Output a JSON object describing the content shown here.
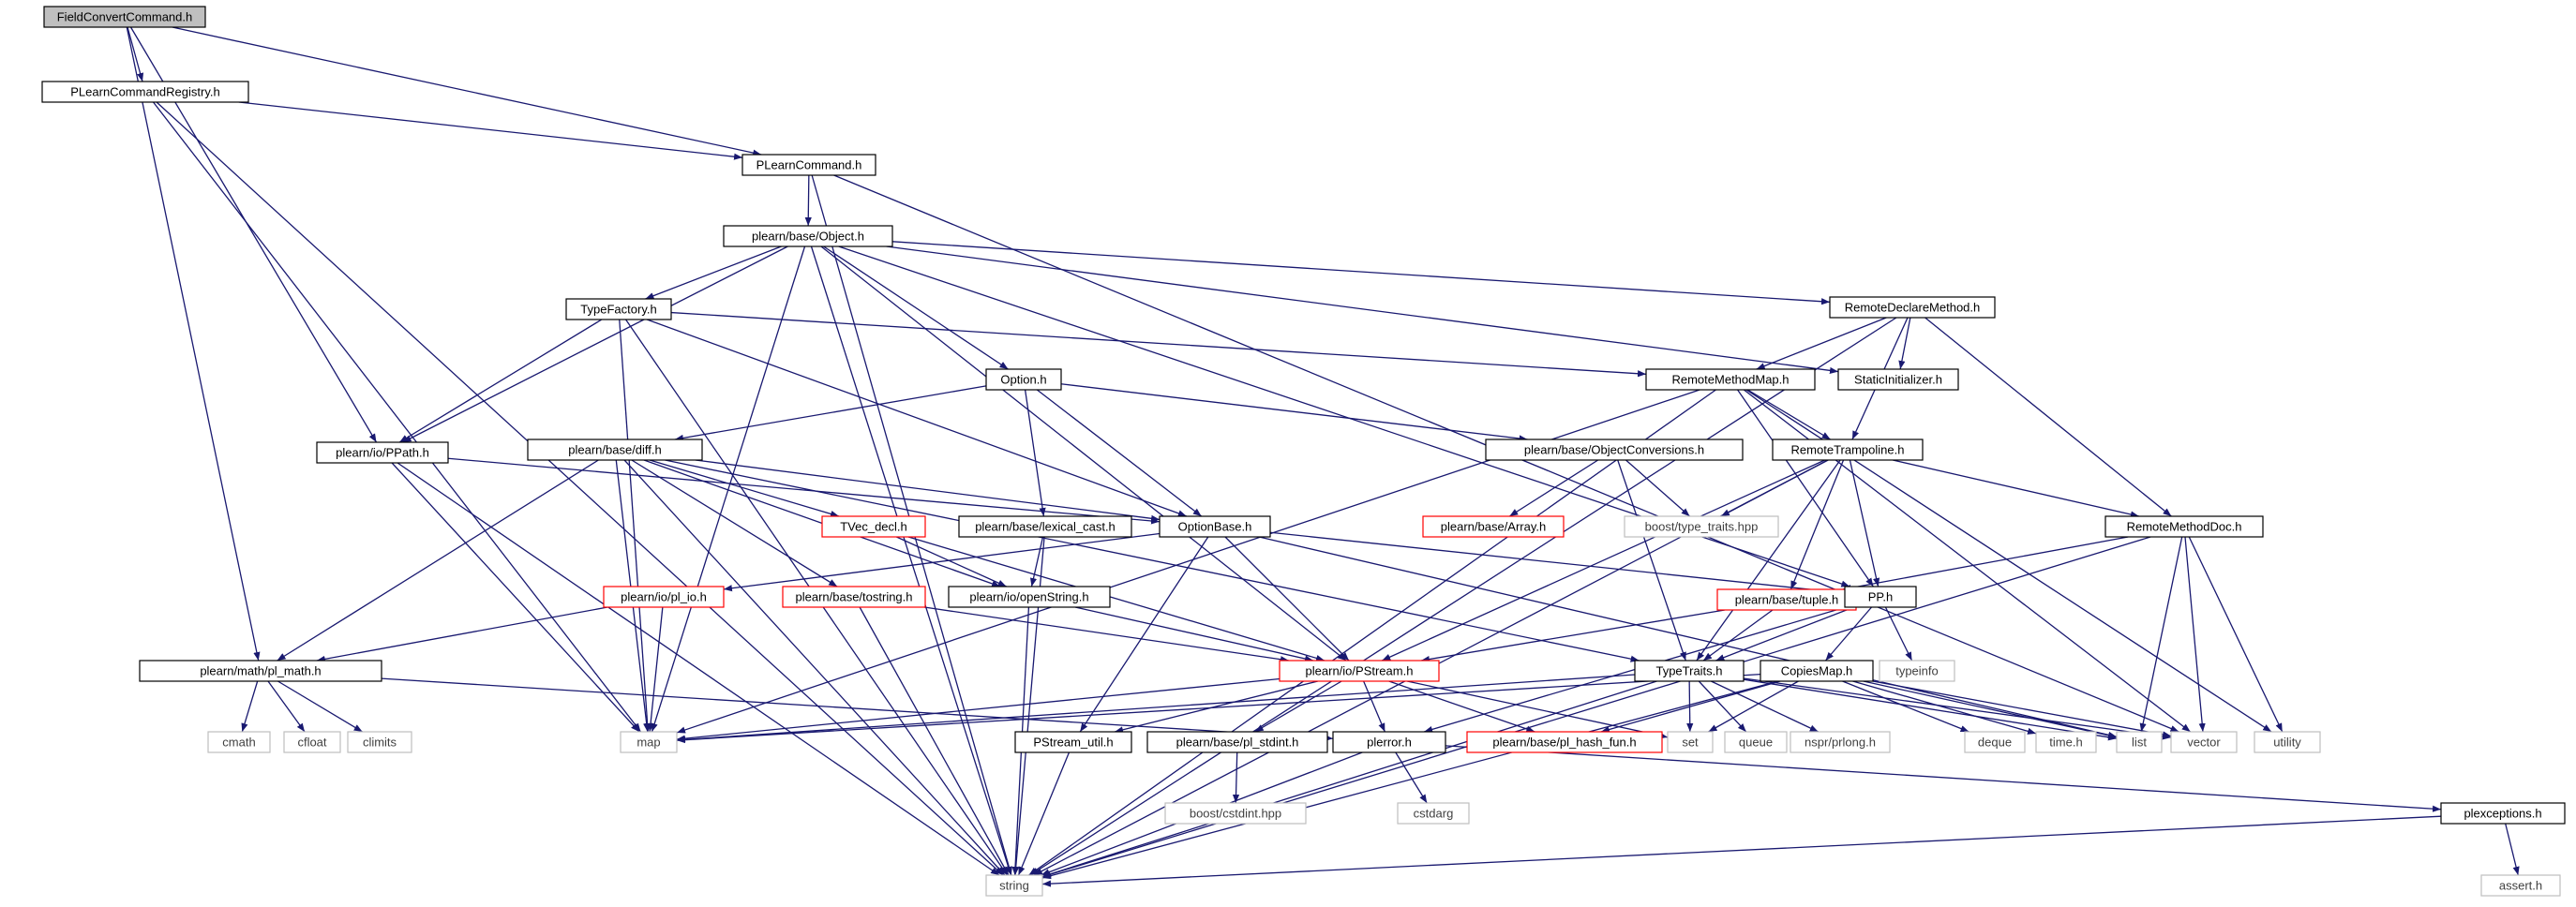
{
  "colors": {
    "edge": "#191970",
    "box_black": "#000000",
    "box_red": "#ff0000",
    "box_gray": "#bfbfbf",
    "root_fill": "#bfbfbf",
    "text": "#000000",
    "text_gray": "#404040"
  },
  "nodes": {
    "FieldConvertCommand": {
      "label": "FieldConvertCommand.h",
      "kind": "root"
    },
    "PLearnCommandRegistry": {
      "label": "PLearnCommandRegistry.h",
      "kind": "black"
    },
    "PLearnCommand": {
      "label": "PLearnCommand.h",
      "kind": "black"
    },
    "Object": {
      "label": "plearn/base/Object.h",
      "kind": "black"
    },
    "TypeFactory": {
      "label": "TypeFactory.h",
      "kind": "black"
    },
    "RemoteDeclareMethod": {
      "label": "RemoteDeclareMethod.h",
      "kind": "black"
    },
    "StaticInitializer": {
      "label": "StaticInitializer.h",
      "kind": "black"
    },
    "Option": {
      "label": "Option.h",
      "kind": "black"
    },
    "RemoteMethodMap": {
      "label": "RemoteMethodMap.h",
      "kind": "black"
    },
    "PPath": {
      "label": "plearn/io/PPath.h",
      "kind": "black"
    },
    "diff": {
      "label": "plearn/base/diff.h",
      "kind": "black"
    },
    "ObjectConversions": {
      "label": "plearn/base/ObjectConversions.h",
      "kind": "black"
    },
    "RemoteTrampoline": {
      "label": "RemoteTrampoline.h",
      "kind": "black"
    },
    "TVec_decl": {
      "label": "TVec_decl.h",
      "kind": "red"
    },
    "lexical_cast": {
      "label": "plearn/base/lexical_cast.h",
      "kind": "black"
    },
    "OptionBase": {
      "label": "OptionBase.h",
      "kind": "black"
    },
    "Array": {
      "label": "plearn/base/Array.h",
      "kind": "red"
    },
    "boost_type_traits": {
      "label": "boost/type_traits.hpp",
      "kind": "gray"
    },
    "RemoteMethodDoc": {
      "label": "RemoteMethodDoc.h",
      "kind": "black"
    },
    "pl_io": {
      "label": "plearn/io/pl_io.h",
      "kind": "red"
    },
    "tostring": {
      "label": "plearn/base/tostring.h",
      "kind": "red"
    },
    "openString": {
      "label": "plearn/io/openString.h",
      "kind": "black"
    },
    "tuple": {
      "label": "plearn/base/tuple.h",
      "kind": "red"
    },
    "PP": {
      "label": "PP.h",
      "kind": "black"
    },
    "pl_math": {
      "label": "plearn/math/pl_math.h",
      "kind": "black"
    },
    "PStream": {
      "label": "plearn/io/PStream.h",
      "kind": "red"
    },
    "TypeTraits": {
      "label": "TypeTraits.h",
      "kind": "black"
    },
    "CopiesMap": {
      "label": "CopiesMap.h",
      "kind": "black"
    },
    "typeinfo": {
      "label": "typeinfo",
      "kind": "gray"
    },
    "cmath": {
      "label": "cmath",
      "kind": "gray"
    },
    "cfloat": {
      "label": "cfloat",
      "kind": "gray"
    },
    "climits": {
      "label": "climits",
      "kind": "gray"
    },
    "map": {
      "label": "map",
      "kind": "gray"
    },
    "PStream_util": {
      "label": "PStream_util.h",
      "kind": "black"
    },
    "pl_stdint": {
      "label": "plearn/base/pl_stdint.h",
      "kind": "black"
    },
    "plerror": {
      "label": "plerror.h",
      "kind": "black"
    },
    "pl_hash_fun": {
      "label": "plearn/base/pl_hash_fun.h",
      "kind": "red"
    },
    "set": {
      "label": "set",
      "kind": "gray"
    },
    "queue": {
      "label": "queue",
      "kind": "gray"
    },
    "nspr_prlong": {
      "label": "nspr/prlong.h",
      "kind": "gray"
    },
    "deque": {
      "label": "deque",
      "kind": "gray"
    },
    "time": {
      "label": "time.h",
      "kind": "gray"
    },
    "list": {
      "label": "list",
      "kind": "gray"
    },
    "vector": {
      "label": "vector",
      "kind": "gray"
    },
    "utility": {
      "label": "utility",
      "kind": "gray"
    },
    "boost_cstdint": {
      "label": "boost/cstdint.hpp",
      "kind": "gray"
    },
    "cstdarg": {
      "label": "cstdarg",
      "kind": "gray"
    },
    "plexceptions": {
      "label": "plexceptions.h",
      "kind": "black"
    },
    "assert": {
      "label": "assert.h",
      "kind": "gray"
    },
    "string": {
      "label": "string",
      "kind": "gray"
    }
  },
  "edges": [
    [
      "FieldConvertCommand",
      "PLearnCommandRegistry"
    ],
    [
      "FieldConvertCommand",
      "PLearnCommand"
    ],
    [
      "FieldConvertCommand",
      "PPath"
    ],
    [
      "FieldConvertCommand",
      "pl_math"
    ],
    [
      "PLearnCommandRegistry",
      "PLearnCommand"
    ],
    [
      "PLearnCommandRegistry",
      "map"
    ],
    [
      "PLearnCommandRegistry",
      "string"
    ],
    [
      "PLearnCommand",
      "Object"
    ],
    [
      "PLearnCommand",
      "vector"
    ],
    [
      "PLearnCommand",
      "string"
    ],
    [
      "Object",
      "TypeFactory"
    ],
    [
      "Object",
      "RemoteDeclareMethod"
    ],
    [
      "Object",
      "StaticInitializer"
    ],
    [
      "Object",
      "Option"
    ],
    [
      "Object",
      "PPath"
    ],
    [
      "Object",
      "PP"
    ],
    [
      "Object",
      "PStream"
    ],
    [
      "Object",
      "map"
    ],
    [
      "Object",
      "string"
    ],
    [
      "TypeFactory",
      "RemoteMethodMap"
    ],
    [
      "TypeFactory",
      "PPath"
    ],
    [
      "TypeFactory",
      "OptionBase"
    ],
    [
      "TypeFactory",
      "map"
    ],
    [
      "TypeFactory",
      "string"
    ],
    [
      "RemoteDeclareMethod",
      "StaticInitializer"
    ],
    [
      "RemoteDeclareMethod",
      "RemoteMethodMap"
    ],
    [
      "RemoteDeclareMethod",
      "RemoteTrampoline"
    ],
    [
      "RemoteDeclareMethod",
      "RemoteMethodDoc"
    ],
    [
      "RemoteDeclareMethod",
      "string"
    ],
    [
      "Option",
      "diff"
    ],
    [
      "Option",
      "ObjectConversions"
    ],
    [
      "Option",
      "lexical_cast"
    ],
    [
      "Option",
      "OptionBase"
    ],
    [
      "RemoteMethodMap",
      "RemoteTrampoline"
    ],
    [
      "RemoteMethodMap",
      "PP"
    ],
    [
      "RemoteMethodMap",
      "map"
    ],
    [
      "RemoteMethodMap",
      "string"
    ],
    [
      "RemoteMethodMap",
      "vector"
    ],
    [
      "RemoteMethodMap",
      "utility"
    ],
    [
      "PPath",
      "OptionBase"
    ],
    [
      "PPath",
      "map"
    ],
    [
      "PPath",
      "string"
    ],
    [
      "diff",
      "TVec_decl"
    ],
    [
      "diff",
      "OptionBase"
    ],
    [
      "diff",
      "tostring"
    ],
    [
      "diff",
      "openString"
    ],
    [
      "diff",
      "pl_math"
    ],
    [
      "diff",
      "TypeTraits"
    ],
    [
      "diff",
      "map"
    ],
    [
      "diff",
      "string"
    ],
    [
      "ObjectConversions",
      "Array"
    ],
    [
      "ObjectConversions",
      "boost_type_traits"
    ],
    [
      "ObjectConversions",
      "TypeTraits"
    ],
    [
      "RemoteTrampoline",
      "boost_type_traits"
    ],
    [
      "RemoteTrampoline",
      "RemoteMethodDoc"
    ],
    [
      "RemoteTrampoline",
      "tuple"
    ],
    [
      "RemoteTrampoline",
      "PP"
    ],
    [
      "RemoteTrampoline",
      "TypeTraits"
    ],
    [
      "RemoteTrampoline",
      "PStream"
    ],
    [
      "RemoteTrampoline",
      "string"
    ],
    [
      "TVec_decl",
      "openString"
    ],
    [
      "TVec_decl",
      "PStream"
    ],
    [
      "lexical_cast",
      "openString"
    ],
    [
      "lexical_cast",
      "string"
    ],
    [
      "OptionBase",
      "pl_io"
    ],
    [
      "OptionBase",
      "PP"
    ],
    [
      "OptionBase",
      "PStream"
    ],
    [
      "OptionBase",
      "PStream_util"
    ],
    [
      "OptionBase",
      "list"
    ],
    [
      "RemoteMethodDoc",
      "tuple"
    ],
    [
      "RemoteMethodDoc",
      "list"
    ],
    [
      "RemoteMethodDoc",
      "vector"
    ],
    [
      "RemoteMethodDoc",
      "utility"
    ],
    [
      "RemoteMethodDoc",
      "string"
    ],
    [
      "pl_io",
      "pl_math"
    ],
    [
      "pl_io",
      "map"
    ],
    [
      "tostring",
      "PStream"
    ],
    [
      "tostring",
      "string"
    ],
    [
      "openString",
      "PStream"
    ],
    [
      "openString",
      "string"
    ],
    [
      "tuple",
      "TypeTraits"
    ],
    [
      "tuple",
      "PStream"
    ],
    [
      "PP",
      "typeinfo"
    ],
    [
      "PP",
      "TypeTraits"
    ],
    [
      "PP",
      "CopiesMap"
    ],
    [
      "PP",
      "plerror"
    ],
    [
      "pl_math",
      "cmath"
    ],
    [
      "pl_math",
      "cfloat"
    ],
    [
      "pl_math",
      "climits"
    ],
    [
      "pl_math",
      "plerror"
    ],
    [
      "PStream",
      "map"
    ],
    [
      "PStream",
      "PStream_util"
    ],
    [
      "PStream",
      "pl_stdint"
    ],
    [
      "PStream",
      "plerror"
    ],
    [
      "PStream",
      "pl_hash_fun"
    ],
    [
      "PStream",
      "set"
    ],
    [
      "TypeTraits",
      "map"
    ],
    [
      "TypeTraits",
      "set"
    ],
    [
      "TypeTraits",
      "queue"
    ],
    [
      "TypeTraits",
      "nspr_prlong"
    ],
    [
      "TypeTraits",
      "list"
    ],
    [
      "TypeTraits",
      "vector"
    ],
    [
      "TypeTraits",
      "string"
    ],
    [
      "CopiesMap",
      "map"
    ],
    [
      "CopiesMap",
      "set"
    ],
    [
      "CopiesMap",
      "deque"
    ],
    [
      "CopiesMap",
      "time"
    ],
    [
      "CopiesMap",
      "list"
    ],
    [
      "CopiesMap",
      "vector"
    ],
    [
      "CopiesMap",
      "pl_hash_fun"
    ],
    [
      "CopiesMap",
      "string"
    ],
    [
      "PStream_util",
      "string"
    ],
    [
      "pl_stdint",
      "boost_cstdint"
    ],
    [
      "plerror",
      "cstdarg"
    ],
    [
      "plerror",
      "plexceptions"
    ],
    [
      "plerror",
      "string"
    ],
    [
      "plexceptions",
      "assert"
    ],
    [
      "plexceptions",
      "string"
    ]
  ]
}
